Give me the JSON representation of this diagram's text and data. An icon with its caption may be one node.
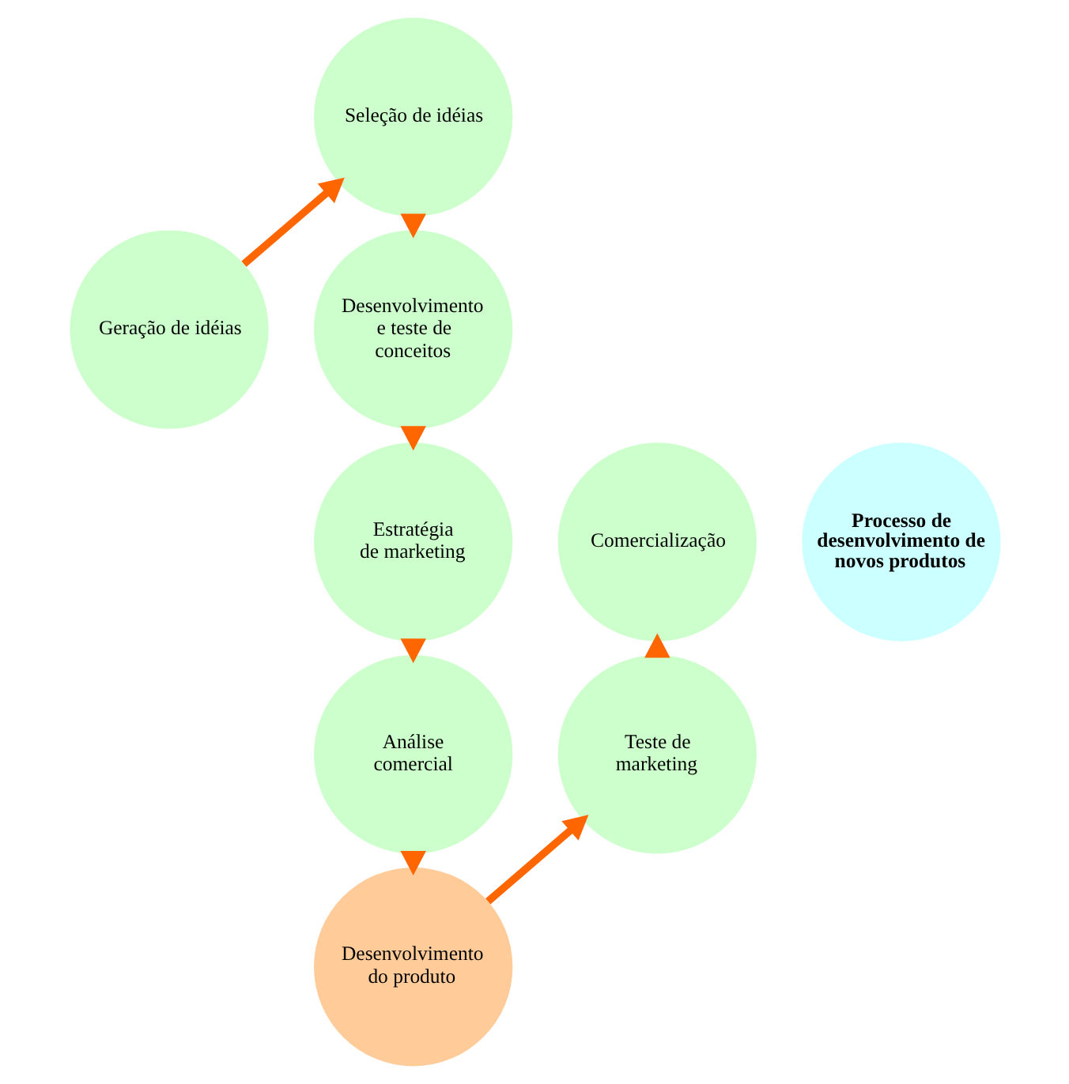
{
  "diagram": {
    "nodes": [
      {
        "text": [
          "Geração de idéias"
        ]
      },
      {
        "text": [
          "Seleção de idéias"
        ]
      },
      {
        "text": [
          "Desenvolvimento e teste de conceitos"
        ]
      },
      {
        "text": [
          "Estratégia de marketing"
        ]
      },
      {
        "text": [
          "Análise comercial"
        ]
      },
      {
        "text": [
          "Desenvolvimento do produto"
        ]
      },
      {
        "text": [
          "Teste de marketing"
        ]
      },
      {
        "text": [
          "Comercialização"
        ]
      },
      {
        "text": [
          "Processo de desenvolvimento de novos produtos"
        ]
      }
    ],
    "edges": [
      {
        "from": 0,
        "to": 1,
        "arrow": "to"
      },
      {
        "from": 1,
        "to": 2,
        "arrow": "to"
      },
      {
        "from": 2,
        "to": 3,
        "arrow": "to"
      },
      {
        "from": 3,
        "to": 4,
        "arrow": "to"
      },
      {
        "from": 4,
        "to": 5,
        "arrow": "to"
      },
      {
        "from": 5,
        "to": 6,
        "arrow": "to"
      },
      {
        "from": 6,
        "to": 7,
        "arrow": "to"
      }
    ]
  }
}
